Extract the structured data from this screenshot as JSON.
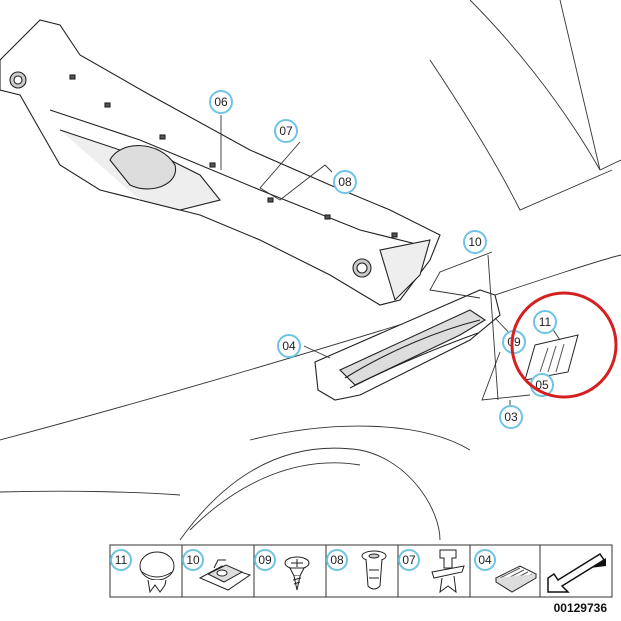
{
  "colors": {
    "line": "#333333",
    "callout_ring": "#6ec3e6",
    "highlight": "#d42020",
    "part_fill": "#ffffff"
  },
  "callouts": {
    "c06": "06",
    "c07": "07",
    "c08": "08",
    "c10": "10",
    "c04": "04",
    "c09": "09",
    "c11": "11",
    "c05": "05",
    "c03": "03"
  },
  "legend": {
    "items": [
      {
        "number": "11",
        "icon": "push-rivet-icon"
      },
      {
        "number": "10",
        "icon": "clip-nut-icon"
      },
      {
        "number": "09",
        "icon": "screw-icon"
      },
      {
        "number": "08",
        "icon": "grommet-icon"
      },
      {
        "number": "07",
        "icon": "clip-icon"
      },
      {
        "number": "04",
        "icon": "vent-grille-icon"
      }
    ],
    "arrow_icon": "arrow-down-left-icon"
  },
  "diagram_number": "00129736"
}
